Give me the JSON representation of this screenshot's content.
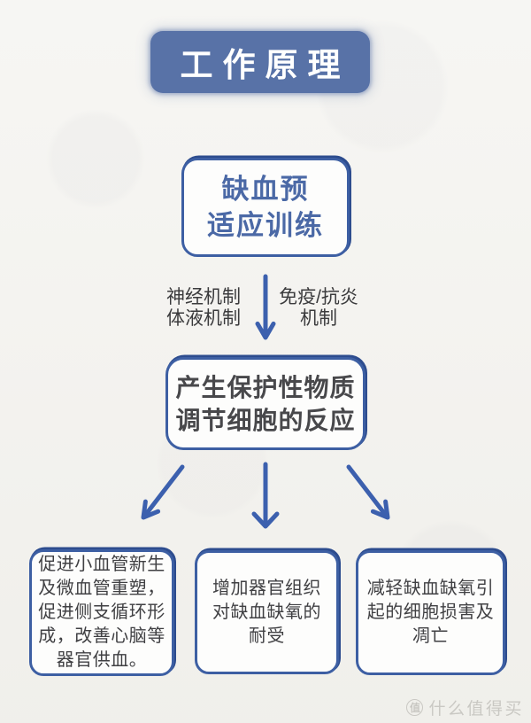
{
  "colors": {
    "page_bg": "#f2f1ed",
    "banner_blue": "#5872a7",
    "border_blue": "#3d5fa3",
    "border_blue_dark": "#2d4c8e",
    "arrow_blue": "#3c60ae",
    "box_text_blue": "#4b69a6",
    "text_dark": "#404043",
    "box_bg": "#fdfdfc",
    "watermark_gray": "#c9c8c3"
  },
  "title_banner": {
    "label": "工作原理"
  },
  "flow": {
    "root_box": {
      "lines": [
        "缺血预",
        "适应训练"
      ]
    },
    "mechanism_labels": {
      "left": {
        "lines": [
          "神经机制",
          "体液机制"
        ]
      },
      "right": {
        "lines": [
          "免疫/抗炎",
          "机制"
        ]
      }
    },
    "middle_box": {
      "lines": [
        "产生保护性物质",
        "调节细胞的反应"
      ]
    },
    "outcome_boxes": [
      {
        "lines": [
          "促进小血管新生",
          "及微血管重塑，",
          "促进侧支循环形",
          "成，改善心脑等",
          "器官供血。"
        ]
      },
      {
        "lines": [
          "增加器官组织",
          "对缺血缺氧的",
          "耐受"
        ]
      },
      {
        "lines": [
          "减轻缺血缺氧引",
          "起的细胞损害及",
          "凋亡"
        ]
      }
    ]
  },
  "watermark": {
    "icon_char": "值",
    "label": "什么值得买"
  }
}
